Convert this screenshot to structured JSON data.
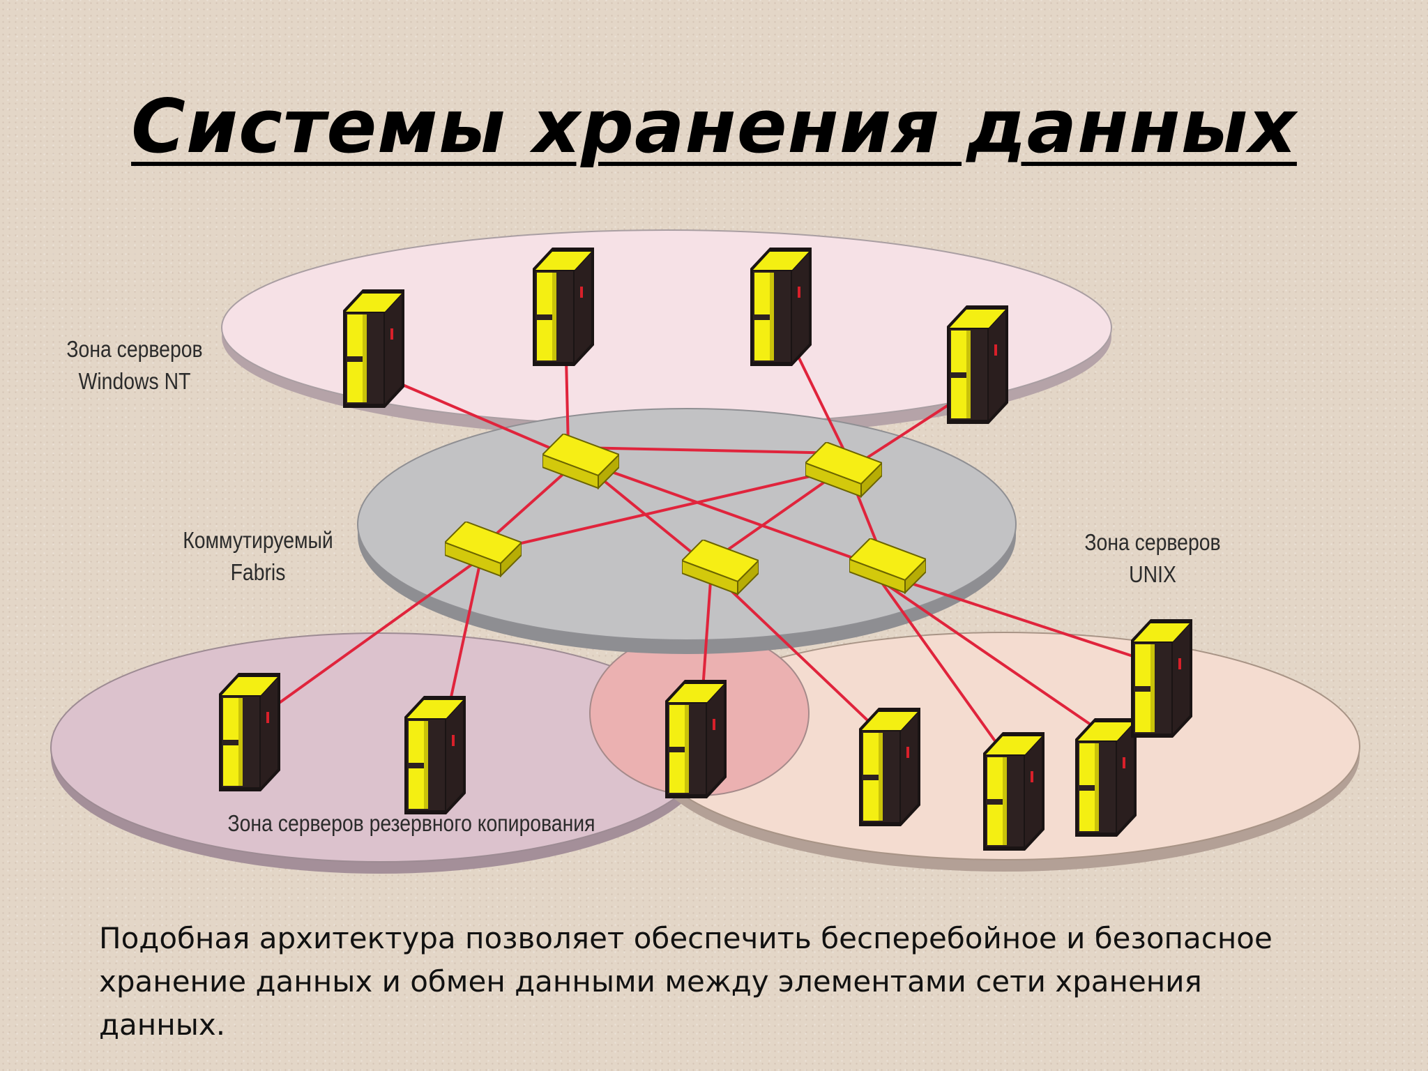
{
  "title": "Системы хранения данных",
  "labels": {
    "windows_zone": [
      "Зона серверов",
      "Windows NT"
    ],
    "fabric": [
      "Коммутируемый",
      "Fabris"
    ],
    "unix_zone": [
      "Зона серверов",
      "UNIX"
    ],
    "backup_zone": "Зона серверов резервного копирования"
  },
  "description": "Подобная архитектура позволяет обеспечить бесперебойное и безопасное хранение данных и обмен данными между элементами сети хранения данных.",
  "colors": {
    "background": "#e3d6c7",
    "windows_zone": "#f6e1e6",
    "fabric": "#c2c2c4",
    "backup_zone": "#dcc2cd",
    "unix_zone": "#f4dcd0",
    "overlap": "#ebb1b1",
    "link": "#e0243c",
    "device": "#f5ee0c"
  },
  "icons": [
    "server-icon",
    "switch-icon"
  ]
}
